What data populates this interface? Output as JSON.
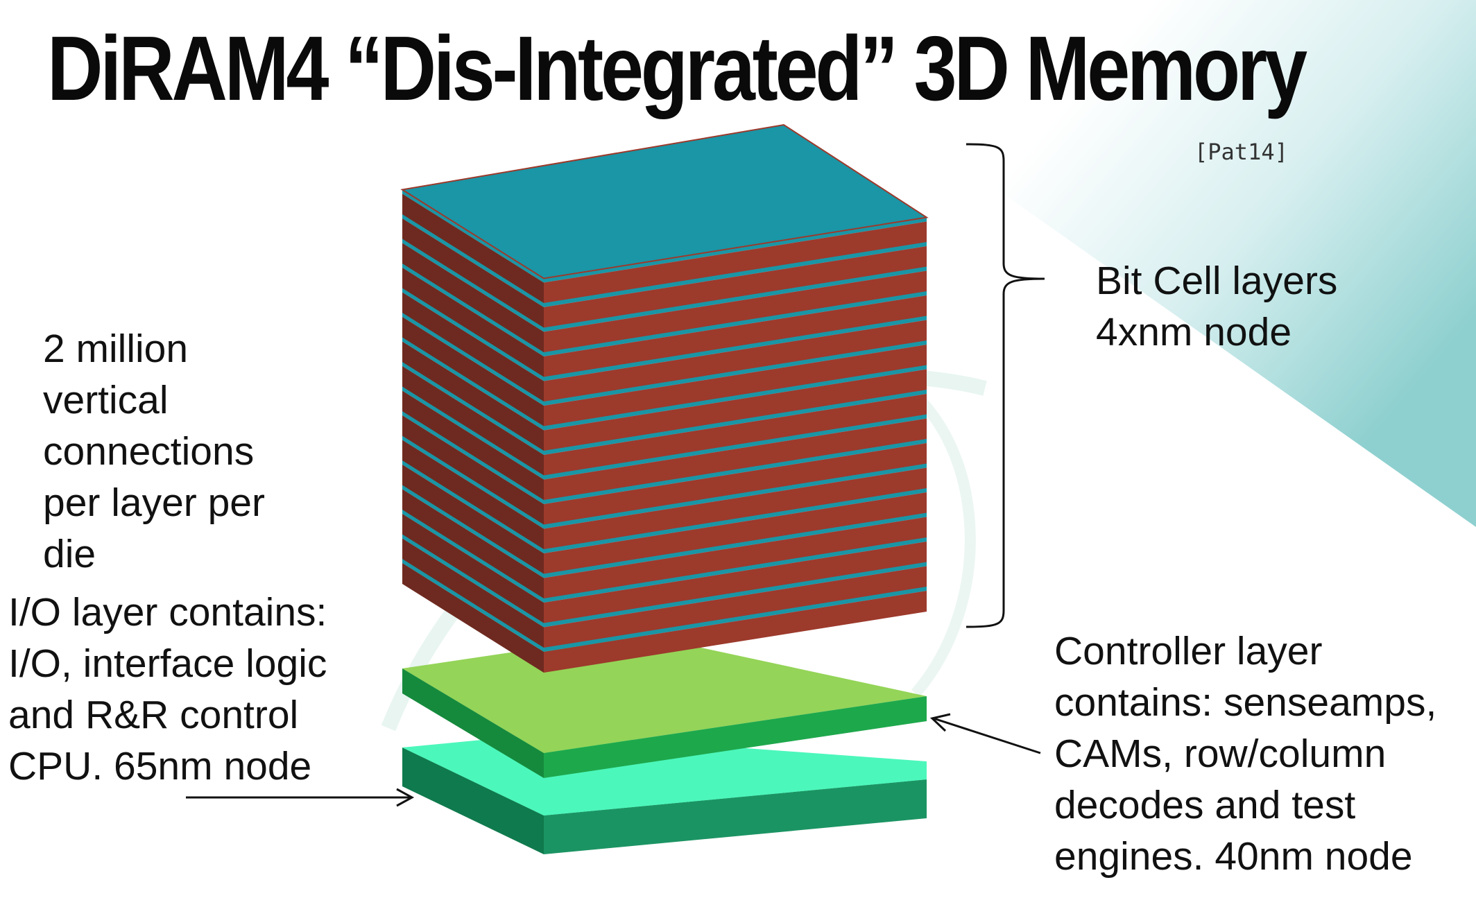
{
  "title": "DiRAM4 “Dis-Integrated” 3D Memory",
  "citation": "[Pat14]",
  "labels": {
    "bit_cell": [
      "Bit Cell layers",
      "4xnm node"
    ],
    "vertical": [
      "2 million",
      "vertical",
      "connections",
      "per layer per",
      "die"
    ],
    "io_layer": [
      "I/O layer contains:",
      "I/O, interface logic",
      "and R&R control",
      "CPU. 65nm node"
    ],
    "controller": [
      "Controller layer",
      "contains: senseamps,",
      "CAMs, row/column",
      "decodes and test",
      "engines. 40nm node"
    ]
  },
  "colors": {
    "bit_cell_top": "#1a96a6",
    "bit_cell_side_front": "#9c3a2c",
    "bit_cell_side_left": "#6e2a20",
    "controller_top": "#94d458",
    "controller_side": "#1ea84c",
    "io_top": "#4cf7bb",
    "io_side": "#1b9463",
    "background_accent": "#8ed0cf"
  }
}
